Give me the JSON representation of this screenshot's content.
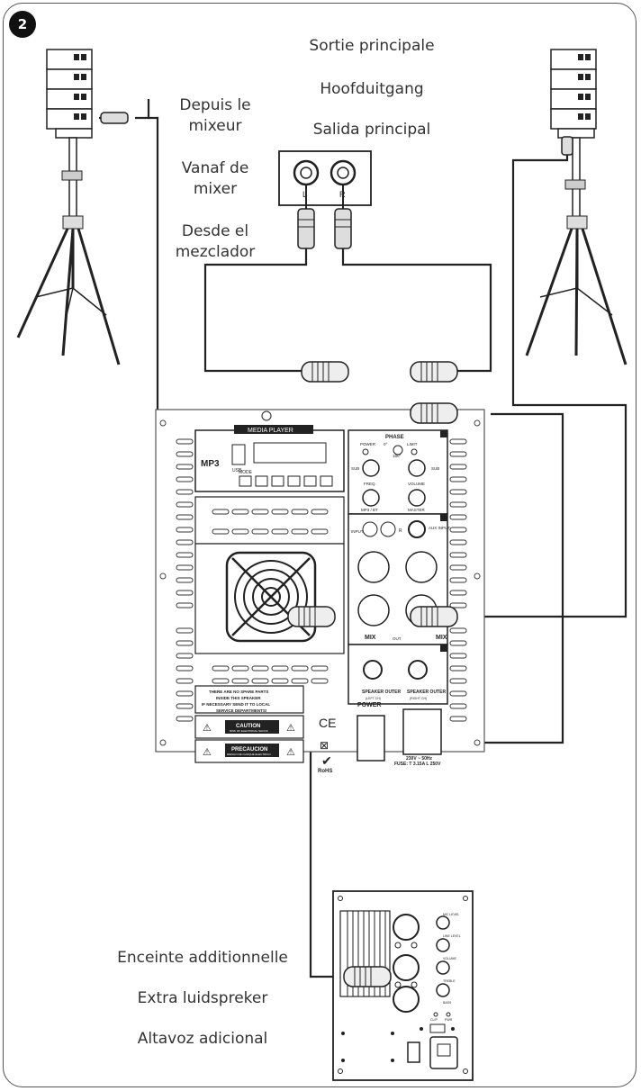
{
  "step_number": "2",
  "labels": {
    "main_output": [
      "Sortie principale",
      "Hoofduitgang",
      "Salida principal"
    ],
    "from_mixer": [
      [
        "Depuis le",
        "mixeur"
      ],
      [
        "Vanaf de",
        "mixer"
      ],
      [
        "Desde el",
        "mezclador"
      ]
    ],
    "extra_speaker": [
      "Enceinte additionnelle",
      "Extra luidspreker",
      "Altavoz adicional"
    ]
  },
  "jack_box": {
    "left": "L",
    "right": "R"
  },
  "panel": {
    "media_player": "MEDIA PLAYER",
    "mp3": "MP3",
    "usb": "USB",
    "mode": "MODE",
    "phase": "PHASE",
    "power_small": "POWER",
    "deg0": "0°",
    "limit": "LIMIT",
    "deg180": "180°",
    "sub": "SUB",
    "freq": "FREQ.",
    "volume": "VOLUME",
    "mp3bt": "MP3 / BT",
    "master": "MASTER",
    "input": "INPUT",
    "aux_input": "AUX INPUT",
    "mix": "MIX",
    "out": "OUT",
    "speaker_outer": "SPEAKER OUTER",
    "left_ch": "(LEFT CH)",
    "right_ch": "(RIGHT CH)",
    "warning_lines": [
      "THERE ARE NO SPARE PARTS",
      "INSIDE THIS SPEAKER",
      "IF NECESSARY SEND IT TO LOCAL",
      "SERVICE DEPARTMENTS!"
    ],
    "caution": "CAUTION",
    "caution_sub": [
      "RISK OF ELECTRICAL SHOCK",
      "DO NOT OPEN"
    ],
    "precaucion": "PRECAUCION",
    "precaucion_sub": [
      "RIESGO DE CHOQUE ELECTRICO",
      "NO ABRIR"
    ],
    "ce": "CE",
    "rohs": "RoHS",
    "power": "POWER",
    "mains": "230V ~ 50Hz",
    "fuse": "FUSE: T 3.15A L 250V"
  },
  "extra_panel": {
    "mic_level": "MIC LEVEL",
    "line_level": "LINE LEVEL",
    "volume": "VOLUME",
    "treble": "TREBLE",
    "bass": "BASS",
    "clip": "CLIP",
    "pwr": "PWR"
  }
}
